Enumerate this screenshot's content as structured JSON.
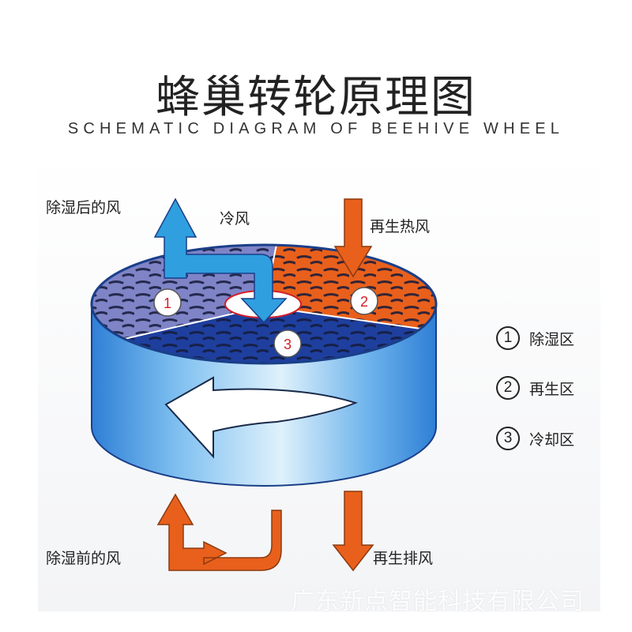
{
  "title": "蜂巢转轮原理图",
  "subtitle": "SCHEMATIC DIAGRAM OF BEEHIVE WHEEL",
  "labels": {
    "dehumidified_air": "除湿后的风",
    "cold_air": "冷风",
    "regen_hot_air": "再生热风",
    "pre_dehumid_air": "除湿前的风",
    "regen_exhaust": "再生排风"
  },
  "zones": [
    {
      "num": "1",
      "name": "除湿区"
    },
    {
      "num": "2",
      "name": "再生区"
    },
    {
      "num": "3",
      "name": "冷却区"
    }
  ],
  "markers": [
    "1",
    "2",
    "3"
  ],
  "watermark": "广东新点智能科技有限公司",
  "colors": {
    "blue_arrow": "#2f9fe0",
    "orange": "#e8601c",
    "wheel_blue": "#4a9be0",
    "process_zone": "#7f84c7",
    "cooling_zone": "#1e3f9e"
  }
}
